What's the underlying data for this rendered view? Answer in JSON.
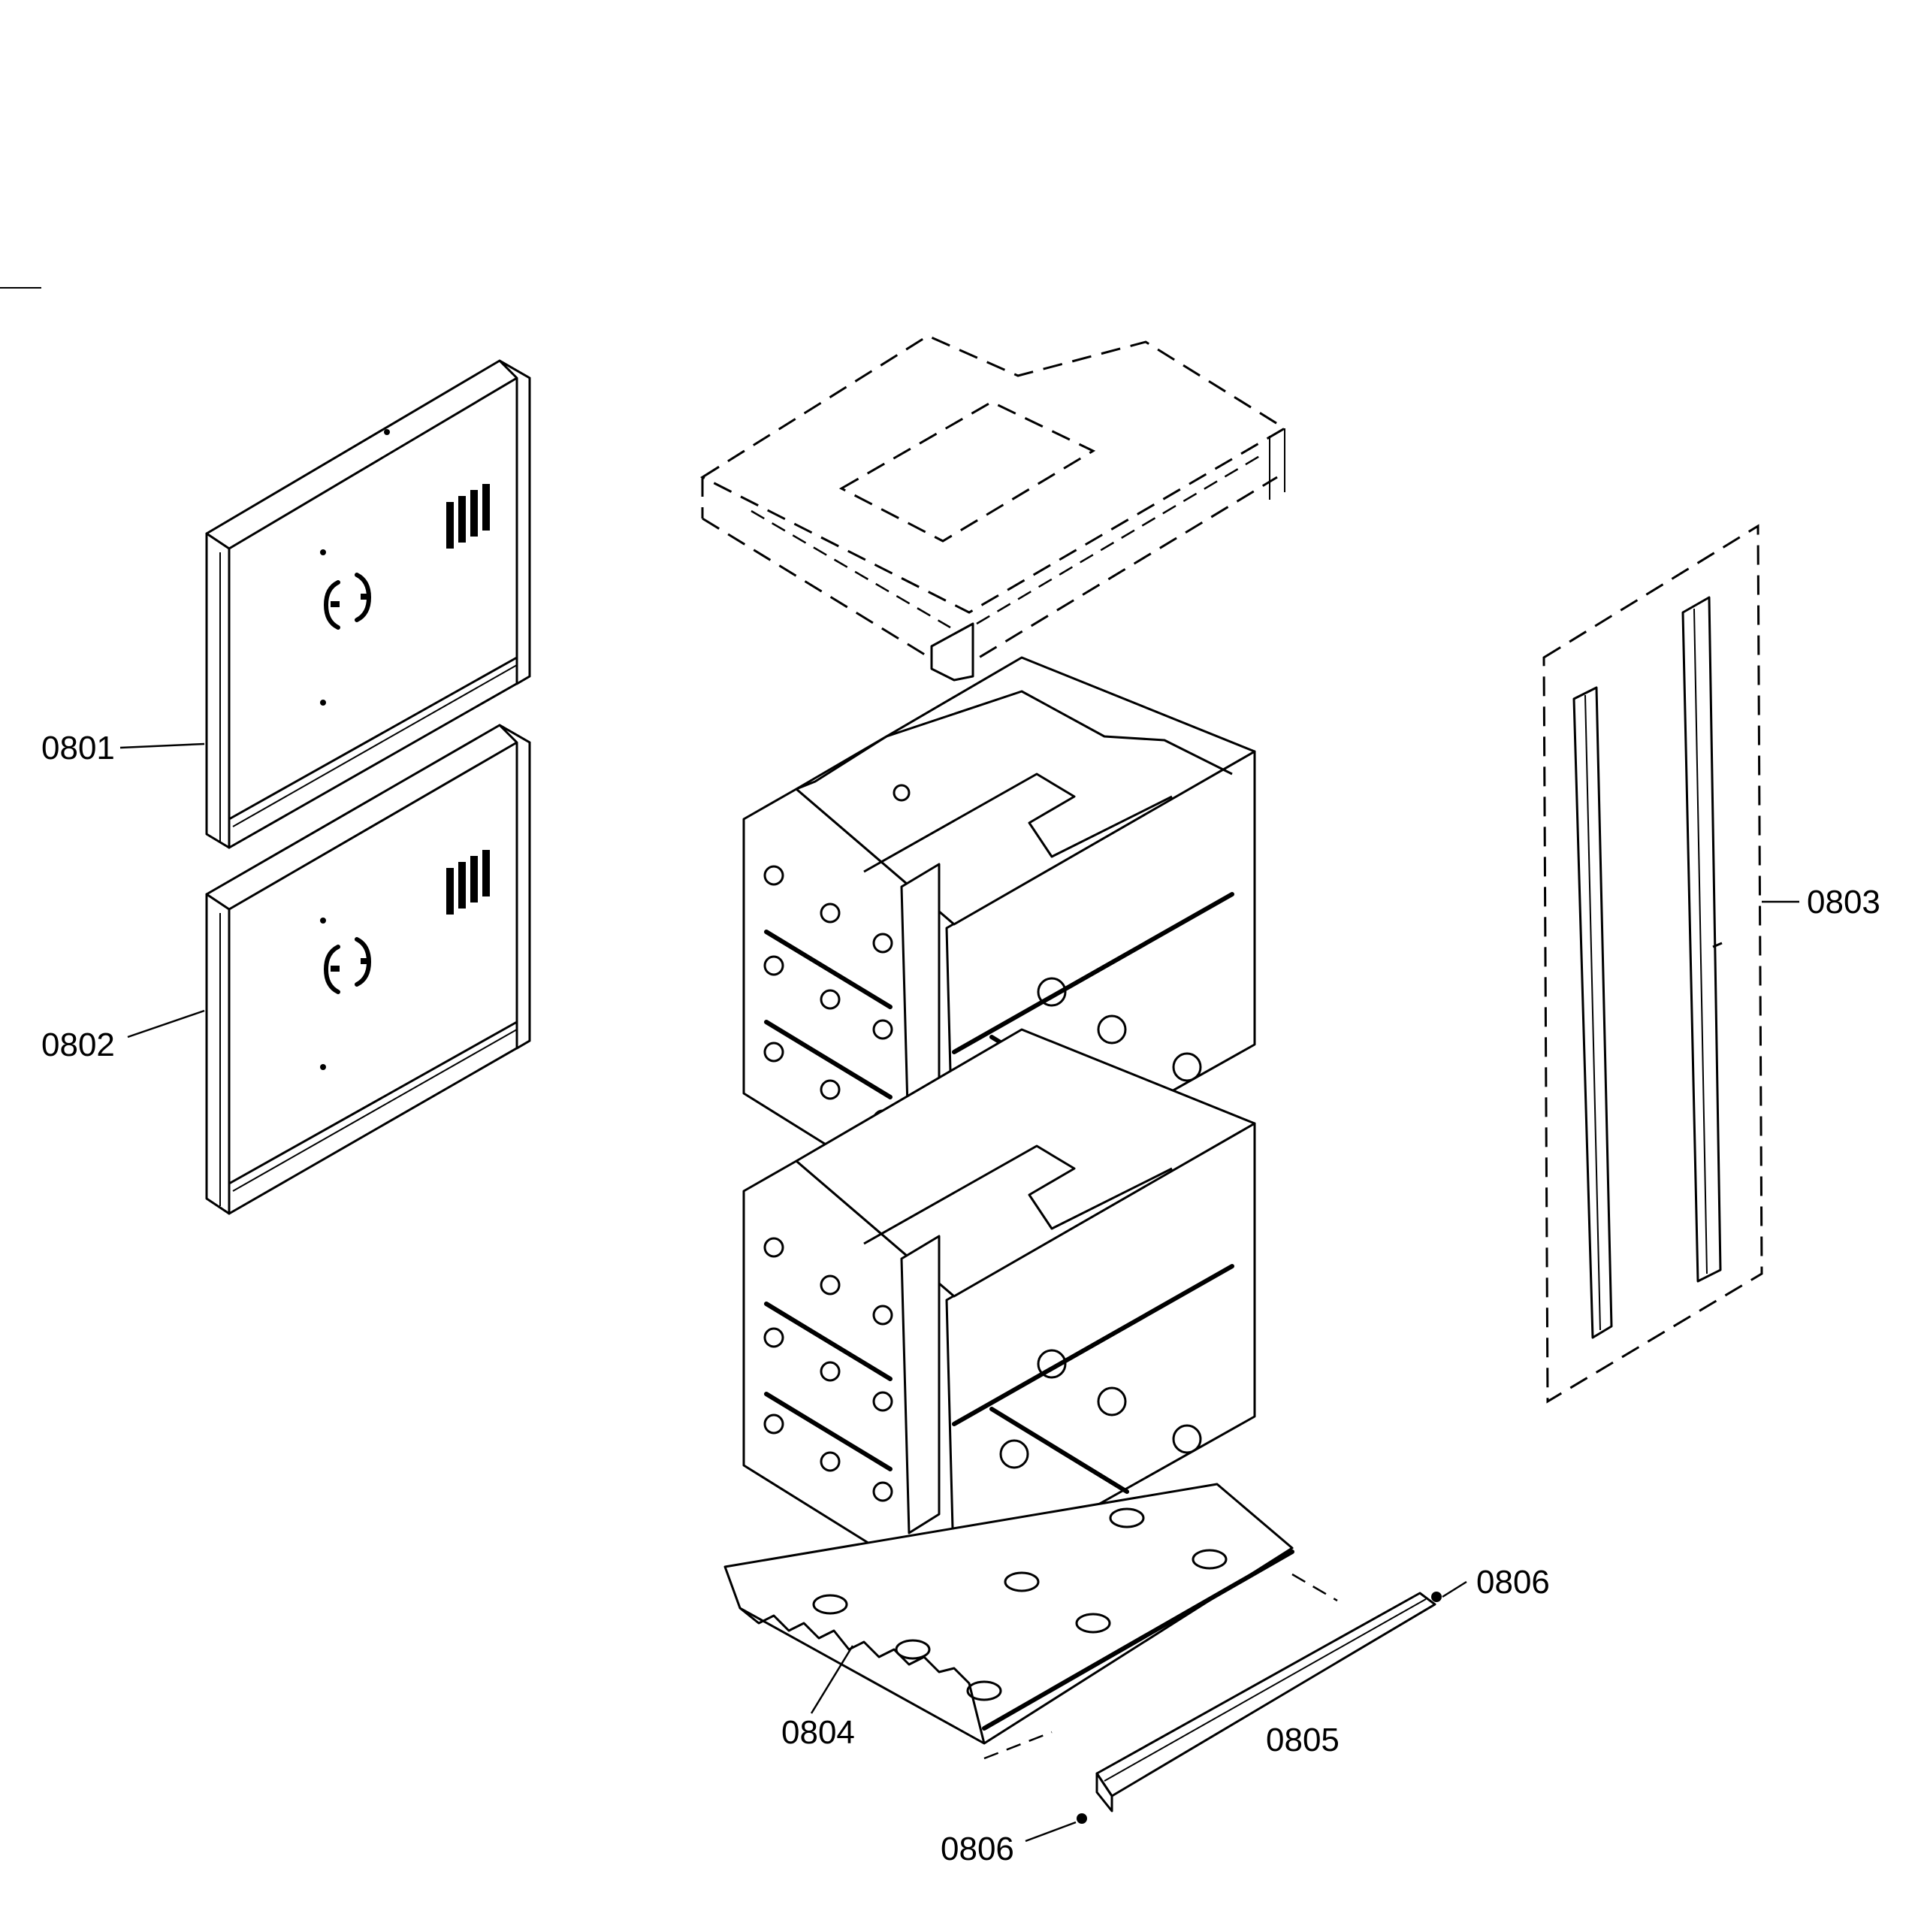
{
  "colors": {
    "ink": "#000000",
    "background": "#ffffff"
  },
  "callouts": {
    "p0801": "0801",
    "p0802": "0802",
    "p0803": "0803",
    "p0804": "0804",
    "p0805": "0805",
    "p0806_top": "0806",
    "p0806_bottom": "0806"
  }
}
